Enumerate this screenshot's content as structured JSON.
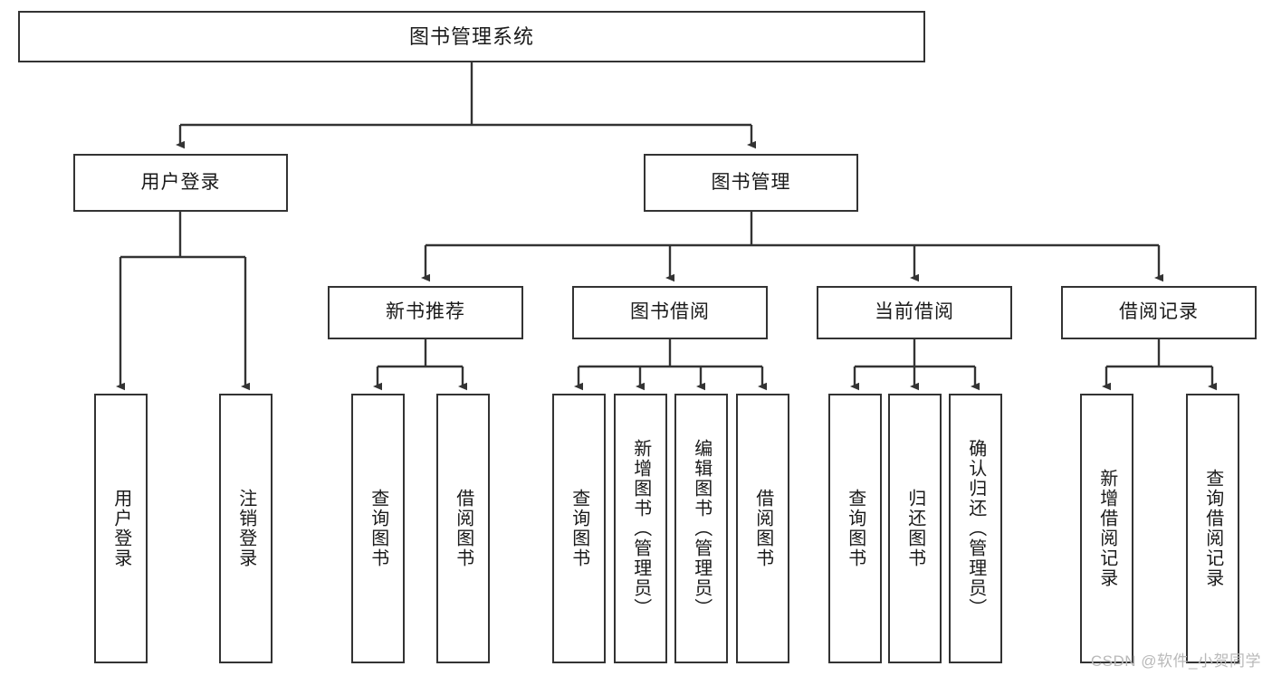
{
  "diagram": {
    "type": "tree-hierarchy-chart",
    "title": "图书管理系统",
    "stroke_color": "#333333",
    "fill_color": "#ffffff",
    "text_color": "#1a1a1a",
    "root": {
      "label": "图书管理系统"
    },
    "level2": [
      {
        "label": "用户登录"
      },
      {
        "label": "图书管理"
      }
    ],
    "level3": [
      {
        "label": "新书推荐"
      },
      {
        "label": "图书借阅"
      },
      {
        "label": "当前借阅"
      },
      {
        "label": "借阅记录"
      }
    ],
    "leaves": {
      "user_login": [
        {
          "label": "用户登录"
        },
        {
          "label": "注销登录"
        }
      ],
      "new_book_recommend": [
        {
          "label": "查询图书"
        },
        {
          "label": "借阅图书"
        }
      ],
      "book_borrow": [
        {
          "label": "查询图书"
        },
        {
          "label": "新增图书（管理员）"
        },
        {
          "label": "编辑图书（管理员）"
        },
        {
          "label": "借阅图书"
        }
      ],
      "current_borrow": [
        {
          "label": "查询图书"
        },
        {
          "label": "归还图书"
        },
        {
          "label": "确认归还（管理员）"
        }
      ],
      "borrow_record": [
        {
          "label": "新增借阅记录"
        },
        {
          "label": "查询借阅记录"
        }
      ]
    }
  },
  "watermark": {
    "text": "CSDN @软件_小贺同学"
  }
}
